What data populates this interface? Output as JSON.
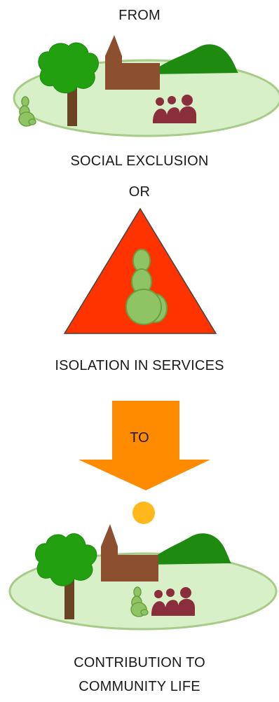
{
  "labels": {
    "from": "FROM",
    "social_exclusion": "SOCIAL EXCLUSION",
    "or": "OR",
    "isolation": "ISOLATION IN SERVICES",
    "to": "TO",
    "contribution_line1": "CONTRIBUTION TO",
    "contribution_line2": "COMMUNITY LIFE"
  },
  "colors": {
    "grass_fill": "#d8f0c8",
    "grass_stroke": "#a8cc88",
    "tree_foliage": "#22a010",
    "tree_trunk": "#6b4423",
    "church": "#8c5030",
    "hill": "#1f8a10",
    "people_group": "#8b2e3c",
    "person": "#8ec463",
    "person_stroke": "#6aa040",
    "triangle": "#ff3300",
    "arrow": "#ff8c00",
    "sun": "#ffb81c"
  }
}
